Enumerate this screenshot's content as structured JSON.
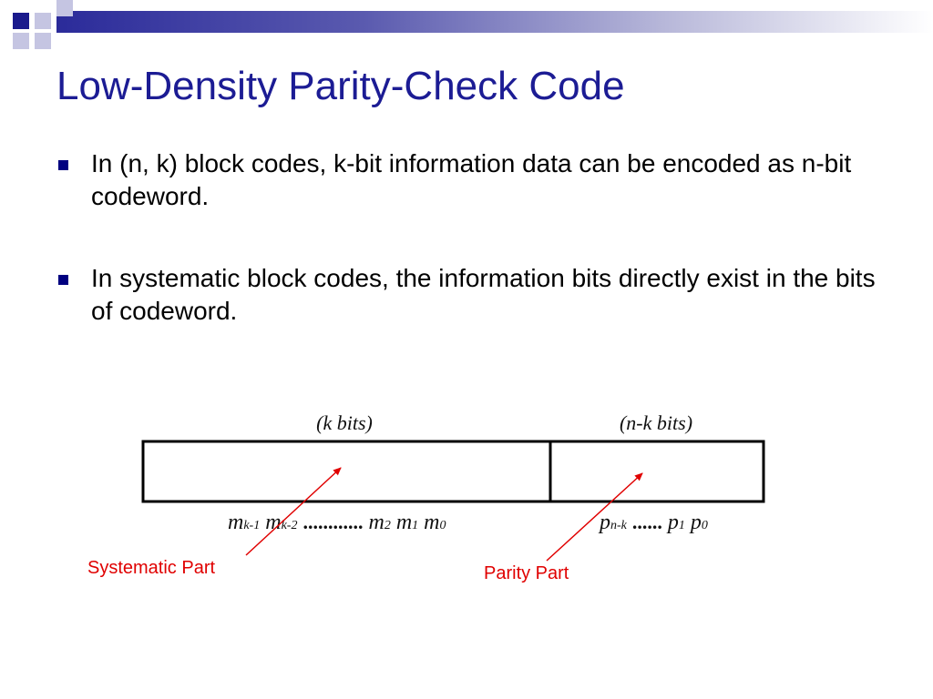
{
  "slide": {
    "title": "Low-Density Parity-Check Code",
    "bullets": [
      {
        "text": "In (n, k) block codes, k-bit information data can be encoded as n-bit codeword."
      },
      {
        "text": "In systematic block codes, the information bits directly exist in the bits of codeword."
      }
    ]
  },
  "diagram": {
    "k_label": "(k bits)",
    "nk_label": "(n-k bits)",
    "message_bits": {
      "m1_base": "m",
      "m1_sub": "k-1",
      "m2_base": "m",
      "m2_sub": "k-2",
      "dots": "............",
      "m3_base": "m",
      "m3_sub": "2",
      "m4_base": "m",
      "m4_sub": "1",
      "m5_base": "m",
      "m5_sub": "0"
    },
    "parity_bits": {
      "p1_base": "p",
      "p1_sub": "n-k",
      "dots": "......",
      "p2_base": "p",
      "p2_sub": "1",
      "p3_base": "p",
      "p3_sub": "0"
    },
    "systematic_label": "Systematic Part",
    "parity_label": "Parity Part",
    "arrow_color": "#e00000"
  },
  "theme": {
    "title_color": "#1c1c94",
    "bullet_color": "#000080"
  }
}
